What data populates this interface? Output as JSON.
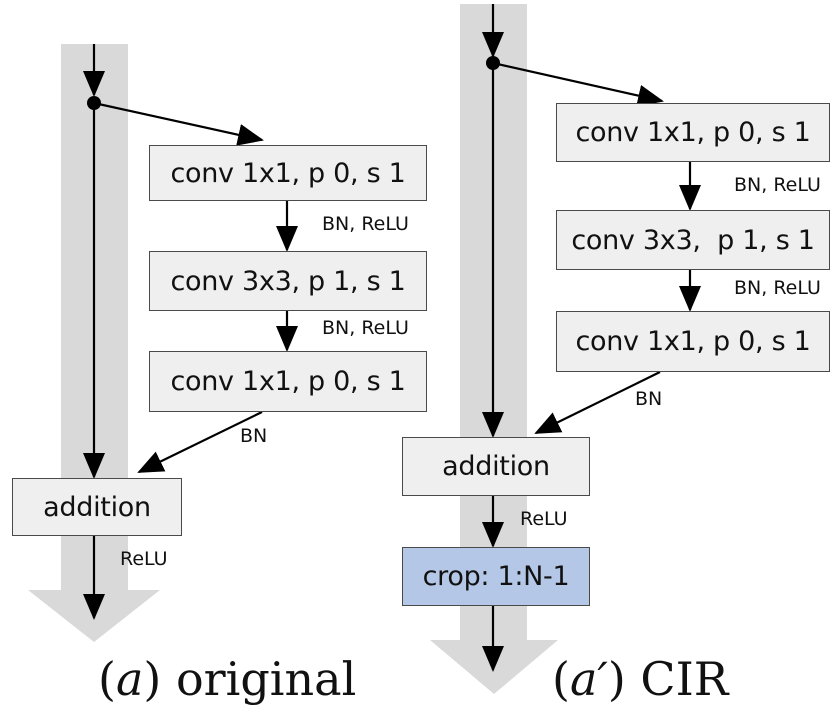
{
  "colors": {
    "stream": "#d9d9d9",
    "box_fill": "#efefef",
    "crop_fill": "#b4c7e7",
    "line": "#000000"
  },
  "left": {
    "conv1": "conv 1x1, p 0, s 1",
    "conv2": "conv 3x3, p 1, s 1",
    "conv3": "conv 1x1, p 0, s 1",
    "label1": "BN, ReLU",
    "label2": "BN, ReLU",
    "label3": "BN",
    "addition": "addition",
    "relu": "ReLU",
    "caption_open": "(",
    "caption_var": "a",
    "caption_rest": ") original"
  },
  "right": {
    "conv1": "conv 1x1, p 0, s 1",
    "conv2": "conv 3x3,  p 1, s 1",
    "conv3": "conv 1x1, p 0, s 1",
    "label1": "BN, ReLU",
    "label2": "BN, ReLU",
    "label3": "BN",
    "addition": "addition",
    "relu": "ReLU",
    "crop": "crop: 1:N-1",
    "caption_open": "(",
    "caption_var": "a′",
    "caption_rest": ") CIR"
  }
}
